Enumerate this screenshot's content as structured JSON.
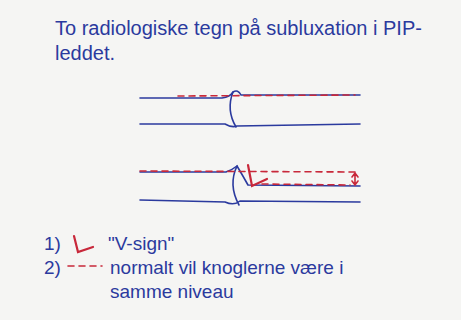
{
  "diagram": {
    "title": "To radiologiske tegn på subluxation i PIP-leddet.",
    "labels": [
      "1)",
      "2)"
    ],
    "legend": [
      {
        "text": "\"V-sign\""
      },
      {
        "text": "normalt vil knoglerne være i samme niveau"
      }
    ]
  }
}
